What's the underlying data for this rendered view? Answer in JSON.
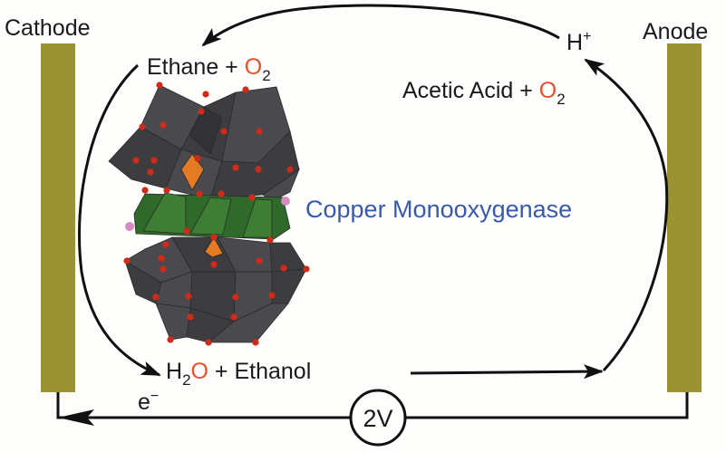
{
  "colors": {
    "electrode": "#9b9233",
    "text": "#1a1a1a",
    "oxygen_accent": "#e8502a",
    "enzyme_label": "#3a5aa8",
    "polyhedron_dark": "#3d3d40",
    "polyhedron_light": "#4a4a4e",
    "copper_band": "#2f6a2a",
    "copper_band_light": "#3d7d34",
    "oxygen_atom": "#d02a18",
    "pink_atom": "#d68cc0",
    "orange_center": "#e37b24"
  },
  "electrodes": {
    "cathode": "Cathode",
    "anode": "Anode"
  },
  "species": {
    "ethane": "Ethane + ",
    "ethane_o": "O",
    "ethane_sub": "2",
    "acetic": "Acetic Acid + ",
    "acetic_o": "O",
    "acetic_sub": "2",
    "proton": "H",
    "proton_sup": "+",
    "water_h": "H",
    "water_sub": "2",
    "water_o": "O",
    "ethanol": " + Ethanol",
    "electron": "e",
    "electron_sup": "−"
  },
  "catalyst_label": "Copper Monooxygenase",
  "voltage": "2V"
}
